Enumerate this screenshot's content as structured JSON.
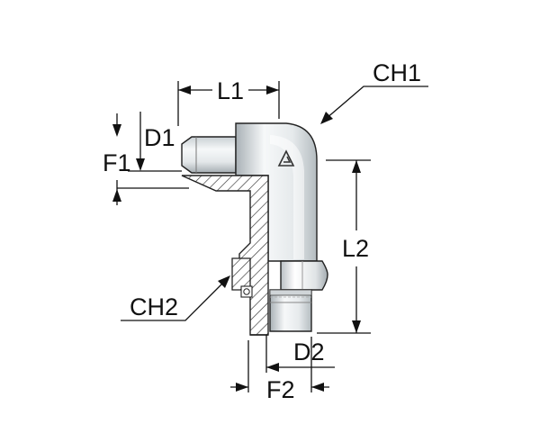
{
  "labels": {
    "L1": "L1",
    "CH1": "CH1",
    "D1": "D1",
    "F1": "F1",
    "L2": "L2",
    "CH2": "CH2",
    "D2": "D2",
    "F2": "F2"
  },
  "colors": {
    "metal_light": "#f4f6f7",
    "metal_mid": "#c9d0d4",
    "metal_dark": "#9aa3a8",
    "outline": "#222222",
    "hatch": "#333333"
  }
}
